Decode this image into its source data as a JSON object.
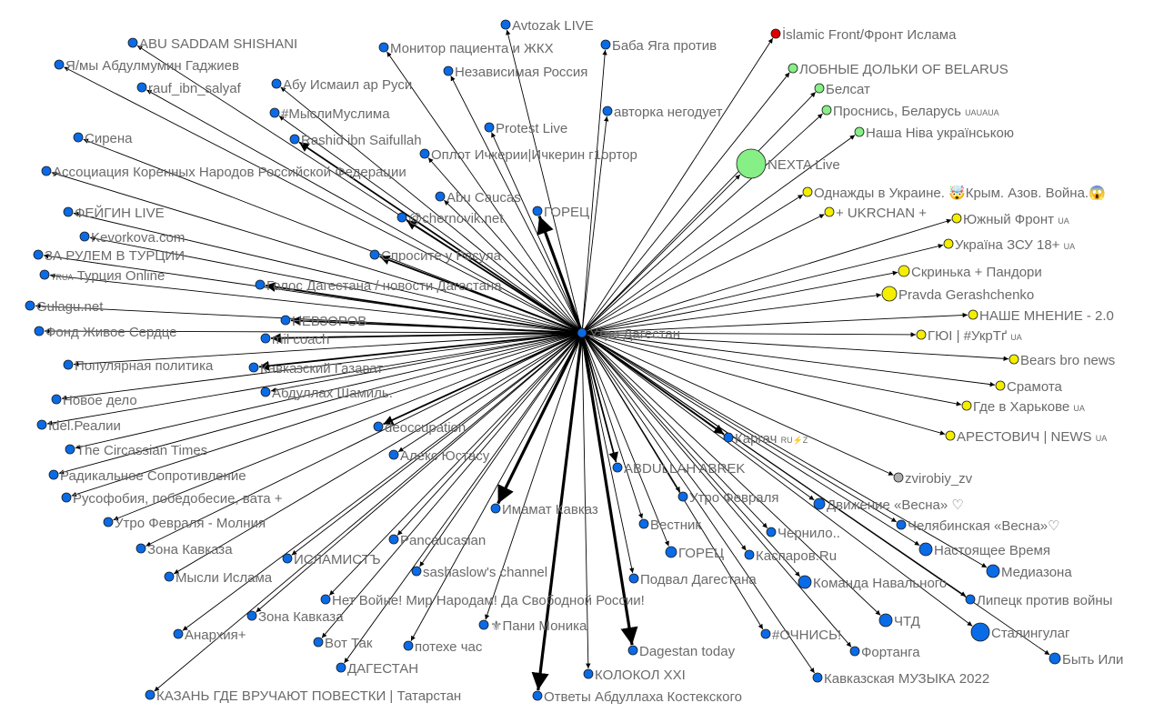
{
  "colors": {
    "blue": "#0a6be6",
    "green": "#86ef86",
    "yellow": "#f4ee00",
    "red": "#e00000",
    "gray": "#b0b0b0",
    "edge": "#000000",
    "label": "#6a6a6a"
  },
  "center": {
    "label": "Утро Дагестан",
    "group": "blue"
  },
  "nodes": [
    {
      "label": "Avtozak LIVE",
      "group": "blue",
      "w": 1
    },
    {
      "label": "ABU SADDAM SHISHANI",
      "group": "blue",
      "w": 1
    },
    {
      "label": "Монитор пациента и ЖКХ",
      "group": "blue",
      "w": 1
    },
    {
      "label": "Баба Яга против",
      "group": "blue",
      "w": 1
    },
    {
      "label": "İslamic Front/Фронт Ислама",
      "group": "red",
      "w": 1
    },
    {
      "label": "Я/мы Абдулмумин Гаджиев",
      "group": "blue",
      "w": 1
    },
    {
      "label": "Независимая Россия",
      "group": "blue",
      "w": 1
    },
    {
      "label": "ЛОБНЫЕ ДОЛЬКИ OF BELARUS",
      "group": "green",
      "w": 1
    },
    {
      "label": "rauf_ibn_salyaf",
      "group": "blue",
      "w": 1
    },
    {
      "label": "Абу Исмаил ар Руси",
      "group": "blue",
      "w": 1
    },
    {
      "label": "Белсат",
      "group": "green",
      "w": 1
    },
    {
      "label": "#МыслиМуслима",
      "group": "blue",
      "w": 1
    },
    {
      "label": "авторка негодует",
      "group": "blue",
      "w": 1
    },
    {
      "label": "Проснись, Беларусь",
      "suffix": "UAUAUA",
      "group": "green",
      "w": 1
    },
    {
      "label": "Protest Live",
      "group": "blue",
      "w": 1
    },
    {
      "label": "Rashid ibn Saifullah",
      "group": "blue",
      "w": 2
    },
    {
      "label": "Сирена",
      "group": "blue",
      "w": 1
    },
    {
      "label": "Наша Ніва українською",
      "group": "green",
      "w": 1
    },
    {
      "label": "Оплот Ичкерии|Ичкерин г1ортор",
      "group": "blue",
      "w": 1
    },
    {
      "label": "NEXTA Live",
      "group": "green",
      "w": 1
    },
    {
      "label": "Ассоциация Коренных Народов Российской Федерации",
      "group": "blue",
      "w": 1
    },
    {
      "label": "Abu Caucas",
      "group": "blue",
      "w": 1
    },
    {
      "label": "Однажды в Украине. 🤯Крым. Азов. Война.😱",
      "group": "yellow",
      "w": 1
    },
    {
      "label": "ФЕЙГИН LIVE",
      "group": "blue",
      "w": 1
    },
    {
      "label": "@chernovik.net",
      "group": "blue",
      "w": 2
    },
    {
      "label": "ГОРЕЦ",
      "group": "blue",
      "w": 3
    },
    {
      "label": "+ UKRCHAN +",
      "group": "yellow",
      "w": 1
    },
    {
      "label": "Южный Фронт",
      "suffix": "UA",
      "group": "yellow",
      "w": 1
    },
    {
      "label": "Kevorkova.com",
      "group": "blue",
      "w": 1
    },
    {
      "label": "Україна ЗСУ 18+",
      "suffix": "UA",
      "group": "yellow",
      "w": 1
    },
    {
      "label": "ЗА РУЛЕМ В ТУРЦИИ",
      "group": "blue",
      "w": 1
    },
    {
      "label": "Спросите у Расула",
      "group": "blue",
      "w": 2
    },
    {
      "label": "Турция Online",
      "prefix": "TRUA",
      "group": "blue",
      "w": 1
    },
    {
      "label": "Скринька + Пандори",
      "group": "yellow",
      "w": 1
    },
    {
      "label": "Голос Дагестана / новости Дагестана",
      "group": "blue",
      "w": 2
    },
    {
      "label": "Pravda Gerashchenko",
      "group": "yellow",
      "w": 1
    },
    {
      "label": "Gulagu.net",
      "group": "blue",
      "w": 1
    },
    {
      "label": "НЕВЗОРОВ",
      "group": "blue",
      "w": 2
    },
    {
      "label": "НАШЕ МНЕНИЕ - 2.0",
      "group": "yellow",
      "w": 1
    },
    {
      "label": "Фонд Живое Сердце",
      "group": "blue",
      "w": 1
    },
    {
      "label": "mil coach",
      "group": "blue",
      "w": 2
    },
    {
      "label": "ГЮI | #УкрТґ",
      "suffix": "UA",
      "group": "yellow",
      "w": 1
    },
    {
      "label": "Популярная политика",
      "group": "blue",
      "w": 1
    },
    {
      "label": "Кавказский Газават",
      "group": "blue",
      "w": 2
    },
    {
      "label": "Bears bro news",
      "group": "yellow",
      "w": 1
    },
    {
      "label": "Срамота",
      "group": "yellow",
      "w": 1
    },
    {
      "label": "Абдуллах Шамиль.",
      "group": "blue",
      "w": 1
    },
    {
      "label": "Новое дело",
      "group": "blue",
      "w": 1
    },
    {
      "label": "Где в Харькове",
      "suffix": "UA",
      "group": "yellow",
      "w": 1
    },
    {
      "label": "Idel.Реалии",
      "group": "blue",
      "w": 1
    },
    {
      "label": "deoccupation",
      "group": "blue",
      "w": 2
    },
    {
      "label": "The Circassian Times",
      "group": "blue",
      "w": 1
    },
    {
      "label": "Каргач",
      "suffix": "RU⚡Z",
      "group": "blue",
      "w": 2
    },
    {
      "label": "АРЕСТОВИЧ | NEWS",
      "suffix": "UA",
      "group": "yellow",
      "w": 1
    },
    {
      "label": "Алекс Юстасу",
      "group": "blue",
      "w": 1
    },
    {
      "label": "Радикальное Сопротивление",
      "group": "blue",
      "w": 1
    },
    {
      "label": "ABDULLAH ABREK",
      "group": "blue",
      "w": 2
    },
    {
      "label": "zvirobiy_zv",
      "group": "gray",
      "w": 1
    },
    {
      "label": "Русофобия, победобесие, вата +",
      "group": "blue",
      "w": 1
    },
    {
      "label": "Утро Февраля",
      "group": "blue",
      "w": 1
    },
    {
      "label": "Движение «Весна» ♡",
      "group": "blue",
      "w": 1
    },
    {
      "label": "Имамат Кавказ",
      "group": "blue",
      "w": 3
    },
    {
      "label": "Утро Февраля - Молния",
      "group": "blue",
      "w": 1
    },
    {
      "label": "Вестник",
      "group": "blue",
      "w": 1
    },
    {
      "label": "Челябинская «Весна»♡",
      "group": "blue",
      "w": 1
    },
    {
      "label": "Чернило..",
      "group": "blue",
      "w": 1
    },
    {
      "label": "Pancaucasian",
      "group": "blue",
      "w": 1
    },
    {
      "label": "Зона Кавказа",
      "group": "blue",
      "w": 1
    },
    {
      "label": "Настоящее Время",
      "group": "blue",
      "w": 1
    },
    {
      "label": "ГОРЕЦ",
      "group": "blue",
      "w": 1
    },
    {
      "label": "Каспаров.Ru",
      "group": "blue",
      "w": 1
    },
    {
      "label": "ИСЛАМИСТЪ",
      "group": "blue",
      "w": 1
    },
    {
      "label": "sashaslow's channel",
      "group": "blue",
      "w": 1
    },
    {
      "label": "Медиазона",
      "group": "blue",
      "w": 1
    },
    {
      "label": "Мысли Ислама",
      "group": "blue",
      "w": 1
    },
    {
      "label": "Подвал Дагестана",
      "group": "blue",
      "w": 1
    },
    {
      "label": "Команда Навального",
      "group": "blue",
      "w": 1
    },
    {
      "label": "Липецк против войны",
      "group": "blue",
      "w": 1
    },
    {
      "label": "Нет Войне! Мир Народам! Да Свободной России!",
      "group": "blue",
      "w": 1
    },
    {
      "label": "Зона Кавказа",
      "group": "blue",
      "w": 1
    },
    {
      "label": "ЧТД",
      "group": "blue",
      "w": 1
    },
    {
      "label": "⚜Пани Моника",
      "group": "blue",
      "w": 1
    },
    {
      "label": "Анархия+",
      "group": "blue",
      "w": 1
    },
    {
      "label": "#ОЧНИСЬ!",
      "group": "blue",
      "w": 1
    },
    {
      "label": "Сталингулаг",
      "group": "blue",
      "w": 1
    },
    {
      "label": "Вот Так",
      "group": "blue",
      "w": 1
    },
    {
      "label": "потехе час",
      "group": "blue",
      "w": 1
    },
    {
      "label": "Dagestan today",
      "group": "blue",
      "w": 3
    },
    {
      "label": "Фортанга",
      "group": "blue",
      "w": 1
    },
    {
      "label": "Быть Или",
      "group": "blue",
      "w": 1
    },
    {
      "label": "ДАГЕСТАН",
      "group": "blue",
      "w": 1
    },
    {
      "label": "КОЛОКОЛ XXI",
      "group": "blue",
      "w": 1
    },
    {
      "label": "Кавказская МУЗЫКА 2022",
      "group": "blue",
      "w": 1
    },
    {
      "label": "КАЗАНЬ ГДЕ ВРУЧАЮТ ПОВЕСТКИ | Татарстан",
      "group": "blue",
      "w": 1
    },
    {
      "label": "Ответы Абдуллаха Костекского",
      "group": "blue",
      "w": 3
    }
  ]
}
